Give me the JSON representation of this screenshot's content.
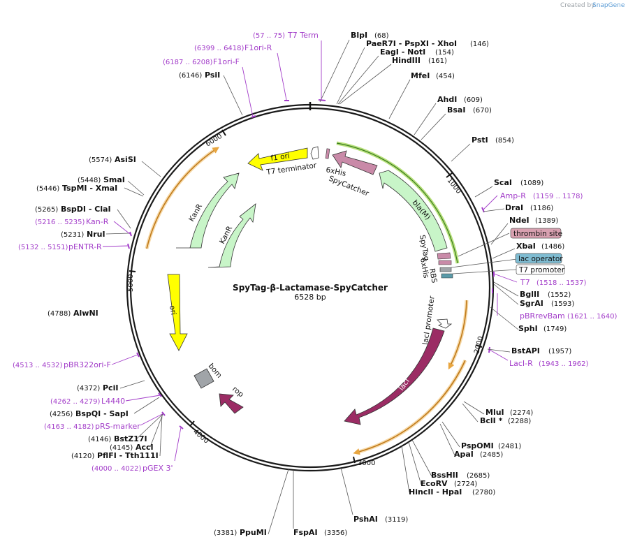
{
  "credit": {
    "created_by": "Created by",
    "brand": "SnapGene"
  },
  "plasmid": {
    "name": "SpyTag-β-Lactamase-SpyCatcher",
    "size": "6528 bp"
  },
  "ticks": [
    "1000",
    "2000",
    "3000",
    "4000",
    "5000",
    "6000"
  ],
  "sites": [
    {
      "name": "BlpI",
      "pos": "(68)"
    },
    {
      "name": "PaeR7I - PspXI - XhoI",
      "pos": "(146)"
    },
    {
      "name": "EagI - NotI",
      "pos": "(154)"
    },
    {
      "name": "HindIII",
      "pos": "(161)"
    },
    {
      "name": "MfeI",
      "pos": "(454)"
    },
    {
      "name": "AhdI",
      "pos": "(609)"
    },
    {
      "name": "BsaI",
      "pos": "(670)"
    },
    {
      "name": "PstI",
      "pos": "(854)"
    },
    {
      "name": "ScaI",
      "pos": "(1089)"
    },
    {
      "name": "DraI",
      "pos": "(1186)"
    },
    {
      "name": "NdeI",
      "pos": "(1389)"
    },
    {
      "name": "XbaI",
      "pos": "(1486)"
    },
    {
      "name": "BglII",
      "pos": "(1552)"
    },
    {
      "name": "SgrAI",
      "pos": "(1593)"
    },
    {
      "name": "SphI",
      "pos": "(1749)"
    },
    {
      "name": "BstAPI",
      "pos": "(1957)"
    },
    {
      "name": "MluI",
      "pos": "(2274)"
    },
    {
      "name": "BclI *",
      "pos": "(2288)"
    },
    {
      "name": "PspOMI",
      "pos": "(2481)"
    },
    {
      "name": "ApaI",
      "pos": "(2485)"
    },
    {
      "name": "BssHII",
      "pos": "(2685)"
    },
    {
      "name": "EcoRV",
      "pos": "(2724)"
    },
    {
      "name": "HincII - HpaI",
      "pos": "(2780)"
    },
    {
      "name": "PshAI",
      "pos": "(3119)"
    },
    {
      "name": "FspAI",
      "pos": "(3356)"
    },
    {
      "name": "PpuMI",
      "pos": "(3381)"
    },
    {
      "name": "PflFI - Tth111I",
      "pos": "(4120)"
    },
    {
      "name": "AccI",
      "pos": "(4145)"
    },
    {
      "name": "BstZ17I",
      "pos": "(4146)"
    },
    {
      "name": "BspQI - SapI",
      "pos": "(4256)"
    },
    {
      "name": "PciI",
      "pos": "(4372)"
    },
    {
      "name": "AlwNI",
      "pos": "(4788)"
    },
    {
      "name": "NruI",
      "pos": "(5231)"
    },
    {
      "name": "BspDI - ClaI",
      "pos": "(5265)"
    },
    {
      "name": "TspMI - XmaI",
      "pos": "(5446)"
    },
    {
      "name": "SmaI",
      "pos": "(5448)"
    },
    {
      "name": "AsiSI",
      "pos": "(5574)"
    },
    {
      "name": "PsiI",
      "pos": "(6146)"
    }
  ],
  "primers": [
    {
      "name": "T7 Term",
      "pos": "(57 .. 75)"
    },
    {
      "name": "F1ori-R",
      "pos": "(6399 .. 6418)"
    },
    {
      "name": "F1ori-F",
      "pos": "(6187 .. 6208)"
    },
    {
      "name": "Amp-R",
      "pos": "(1159 .. 1178)"
    },
    {
      "name": "T7",
      "pos": "(1518 .. 1537)"
    },
    {
      "name": "pBRrevBam",
      "pos": "(1621 .. 1640)"
    },
    {
      "name": "LacI-R",
      "pos": "(1943 .. 1962)"
    },
    {
      "name": "Kan-R",
      "pos": "(5216 .. 5235)"
    },
    {
      "name": "pENTR-R",
      "pos": "(5132 .. 5151)"
    },
    {
      "name": "pBR322ori-F",
      "pos": "(4513 .. 4532)"
    },
    {
      "name": "L4440",
      "pos": "(4262 .. 4279)"
    },
    {
      "name": "pRS-marker",
      "pos": "(4163 .. 4182)"
    },
    {
      "name": "pGEX 3'",
      "pos": "(4000 .. 4022)"
    }
  ],
  "boxed_features": [
    "thrombin site",
    "lac operator",
    "T7 promoter"
  ],
  "features": {
    "f1ori": "f1 ori",
    "t7term": "T7 terminator",
    "his6_top": "6xHis",
    "spycatcher": "SpyCatcher",
    "bla": "bla(M)",
    "spytag": "SpyTag",
    "his6_mid": "6xHis",
    "rbs": "RBS",
    "laci_promoter": "lacI promoter",
    "laci": "lacI",
    "kanr_outer": "KanR",
    "kanr_inner": "KanR",
    "ori": "ori",
    "bom": "bom",
    "rop": "rop"
  },
  "colors": {
    "primer": "#a23cc9",
    "kanr": "#c8f5c8",
    "bla": "#c8f5c8",
    "ori": "#ffff00",
    "f1ori": "#ffff00",
    "laci": "#9b2c64",
    "rop": "#9b2c64",
    "spycatcher": "#c98aa8",
    "bom": "#a0a4a8",
    "orf_outline": "#e8a640",
    "lac_operator": "#7fbcd2",
    "thrombin": "#d8a0b0"
  }
}
